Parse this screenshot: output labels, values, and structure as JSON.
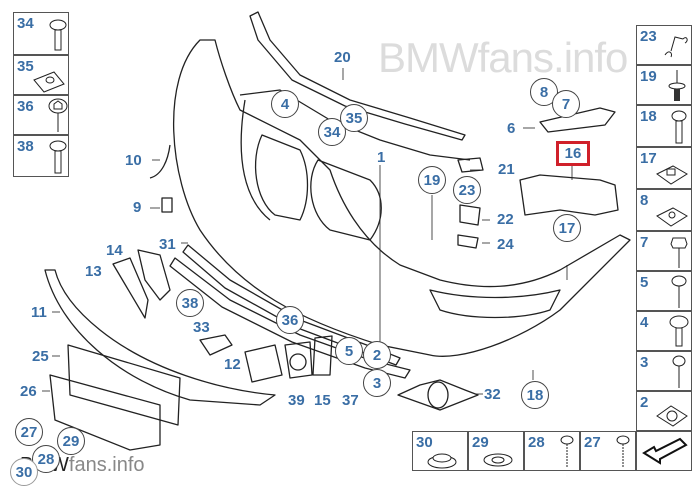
{
  "watermark": {
    "top": "BMWfans.info",
    "bottom_brand": "BMW",
    "bottom_suffix": "fans.info"
  },
  "highlighted_part": "16",
  "left_column": [
    {
      "num": "34",
      "icon": "screw-flange-icon"
    },
    {
      "num": "35",
      "icon": "clip-nut-icon"
    },
    {
      "num": "36",
      "icon": "hex-screw-washer-icon"
    },
    {
      "num": "38",
      "icon": "screw-flange-icon"
    }
  ],
  "right_column": [
    {
      "num": "23",
      "icon": "spring-clip-icon"
    },
    {
      "num": "19",
      "icon": "push-pin-icon"
    },
    {
      "num": "18",
      "icon": "screw-icon"
    },
    {
      "num": "17",
      "icon": "clip-nut-icon"
    },
    {
      "num": "8",
      "icon": "clip-nut-icon"
    },
    {
      "num": "7",
      "icon": "hex-screw-icon"
    },
    {
      "num": "5",
      "icon": "screw-icon"
    },
    {
      "num": "4",
      "icon": "screw-flange-icon"
    },
    {
      "num": "3",
      "icon": "screw-icon"
    },
    {
      "num": "2",
      "icon": "speed-clip-icon"
    }
  ],
  "bottom_row": [
    {
      "num": "30",
      "icon": "cap-icon"
    },
    {
      "num": "29",
      "icon": "washer-icon"
    },
    {
      "num": "28",
      "icon": "screw-icon"
    },
    {
      "num": "27",
      "icon": "screw-icon"
    }
  ],
  "callouts": {
    "plain": [
      "20",
      "10",
      "9",
      "14",
      "13",
      "31",
      "11",
      "25",
      "26",
      "33",
      "12",
      "39",
      "15",
      "37",
      "32",
      "6",
      "21",
      "22",
      "24",
      "1"
    ],
    "circled": [
      "4",
      "34",
      "35",
      "19",
      "23",
      "8",
      "7",
      "17",
      "38",
      "36",
      "5",
      "2",
      "3",
      "18",
      "27",
      "29",
      "28",
      "30"
    ]
  }
}
